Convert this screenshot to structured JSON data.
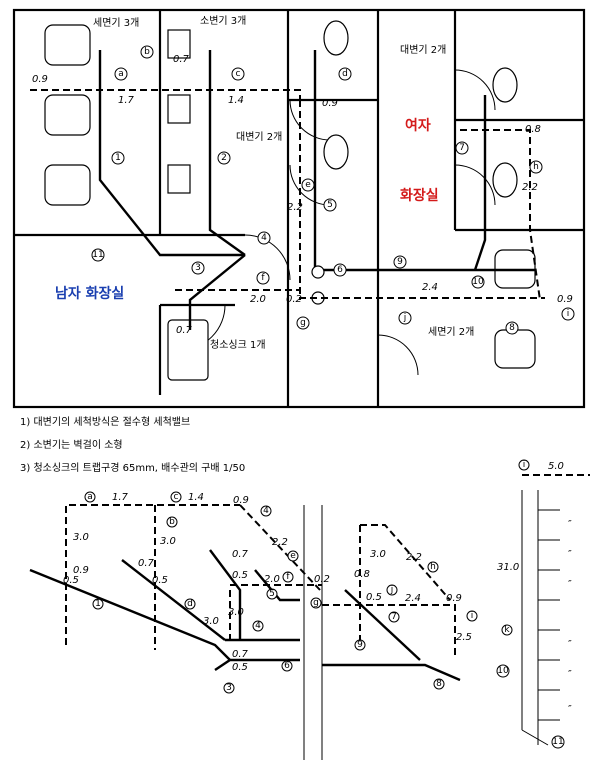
{
  "rooms": {
    "male": "남자 화장실",
    "female_1": "여자",
    "female_2": "화장실"
  },
  "fixtures": {
    "sink_m": "세면기 3개",
    "urinal": "소변기 3개",
    "wc_m": "대변기 2개",
    "wc_f": "대변기 2개",
    "sink_f": "세면기 2개",
    "mop": "청소싱크 1개"
  },
  "notes": [
    "1) 대변기의 세척방식은 절수형 세척밸브",
    "2) 소변기는 벽걸이 소형",
    "3) 청소싱크의 트랩구경 65mm, 배수관의 구배 1/50"
  ],
  "plan_dims": {
    "a": "0.9",
    "b": "1.7",
    "c": "1.4",
    "d": "0.7",
    "e": "0.9",
    "f": "2.2",
    "g": "0.8",
    "h": "2.2",
    "i": "2.4",
    "j": "0.9",
    "k": "2.0",
    "l": "0.2",
    "m": "0.7"
  },
  "iso_dims": {
    "a": "1.7",
    "b": "1.4",
    "c": "0.9",
    "d": "3.0",
    "e": "3.0",
    "f": "0.9",
    "g": "0.5",
    "h": "0.7",
    "i": "0.5",
    "j": "0.7",
    "k": "0.5",
    "l": "3.0",
    "m": "2.2",
    "n": "3.0",
    "o": "2.2",
    "p": "2.0",
    "q": "0.2",
    "r": "0.8",
    "s": "0.5",
    "t": "2.4",
    "u": "0.9",
    "v": "2.5",
    "w": "0.7",
    "x": "0.5",
    "y": "3.0"
  },
  "stack": {
    "top": "5.0",
    "height": "31.0",
    "quote": "″"
  },
  "markers": {
    "n1": "1",
    "n2": "2",
    "n3": "3",
    "n4": "4",
    "n5": "5",
    "n6": "6",
    "n7": "7",
    "n8": "8",
    "n9": "9",
    "n10": "10",
    "n11": "11",
    "a": "a",
    "b": "b",
    "c": "c",
    "d": "d",
    "e": "e",
    "f": "f",
    "g": "g",
    "h": "h",
    "i": "i",
    "j": "j",
    "k": "k"
  }
}
